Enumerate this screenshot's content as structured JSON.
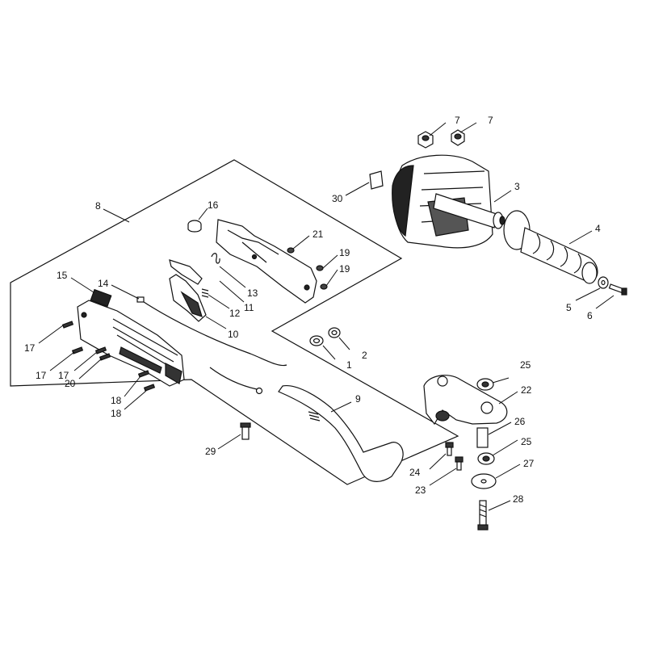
{
  "diagram": {
    "labels": {
      "p1": "1",
      "p2": "2",
      "p3": "3",
      "p4": "4",
      "p5": "5",
      "p6": "6",
      "p7a": "7",
      "p7b": "7",
      "p8": "8",
      "p9": "9",
      "p10": "10",
      "p11": "11",
      "p12": "12",
      "p13": "13",
      "p14": "14",
      "p15": "15",
      "p16": "16",
      "p17a": "17",
      "p17b": "17",
      "p17c": "17",
      "p18a": "18",
      "p18b": "18",
      "p19a": "19",
      "p19b": "19",
      "p20": "20",
      "p21": "21",
      "p22": "22",
      "p23": "23",
      "p24": "24",
      "p25a": "25",
      "p25b": "25",
      "p26": "26",
      "p27": "27",
      "p28": "28",
      "p29": "29",
      "p30": "30"
    }
  }
}
